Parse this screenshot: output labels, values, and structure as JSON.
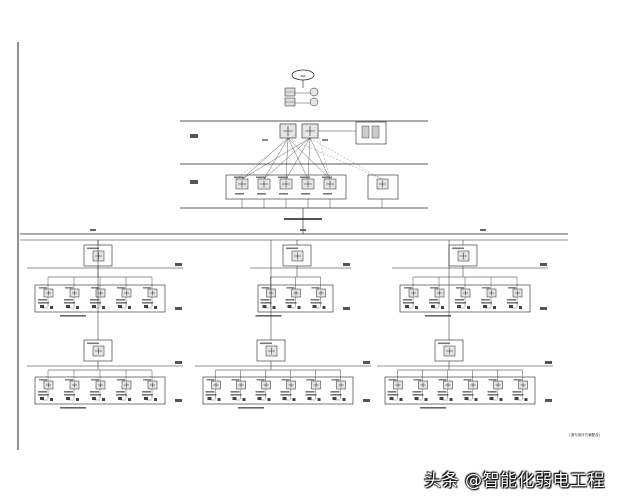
{
  "diagram": {
    "page_note": "(请与设计方案配合)",
    "top_node_label": "SW",
    "watermark_text": "头条 @智能化弱电工程"
  },
  "colors": {
    "line": "#222222",
    "light": "#9a9a9a",
    "dash": "#6a6a6a",
    "box": "#333333"
  }
}
